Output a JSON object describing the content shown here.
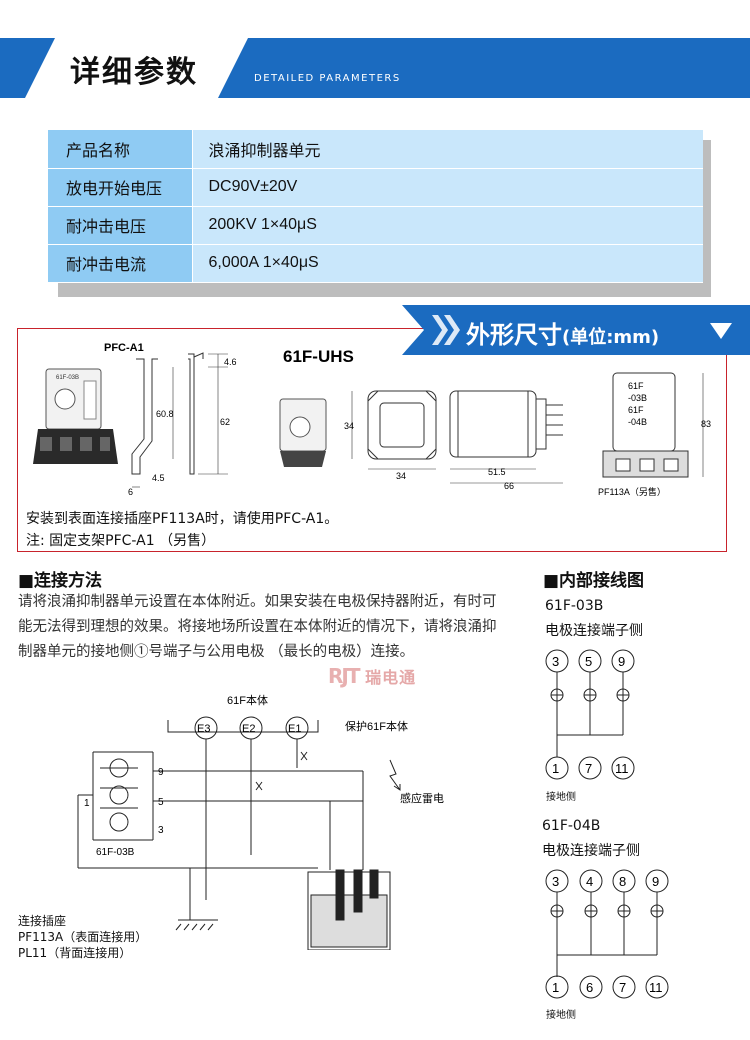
{
  "header": {
    "title": "详细参数",
    "subtitle": "DETAILED PARAMETERS"
  },
  "params": [
    {
      "label": "产品名称",
      "value": "浪涌抑制器单元"
    },
    {
      "label": "放电开始电压",
      "value": "DC90V±20V"
    },
    {
      "label": "耐冲击电压",
      "value": "200KV 1×40μS"
    },
    {
      "label": "耐冲击电流",
      "value": "6,000A 1×40μS"
    }
  ],
  "dimensions": {
    "tag_title": "外形尺寸",
    "tag_unit": "(单位:mm)",
    "pfc_label": "PFC-A1",
    "model_label": "61F-UHS",
    "dims": {
      "d46": "4.6",
      "d608": "60.8",
      "d62": "62",
      "d45": "4.5",
      "d6": "6",
      "d34a": "34",
      "d34b": "34",
      "d515": "51.5",
      "d66": "66",
      "d83": "83"
    },
    "socket_text": [
      "61F",
      "-03B",
      "61F",
      "-04B"
    ],
    "socket_label": "PF113A（另售）",
    "unit_face": "61F-03B",
    "note1": "安装到表面连接插座PF113A时，请使用PFC-A1。",
    "note2": "注:  固定支架PFC-A1 （另售）"
  },
  "wiring": {
    "title": "■连接方法",
    "desc": "请将浪涌抑制器单元设置在本体附近。如果安装在电极保持器附近，有时可能无法得到理想的效果。将接地场所设置在本体附近的情况下，请将浪涌抑制器单元的接地侧①号端子与公用电极 （最长的电极）连接。",
    "watermark": "瑞电通",
    "body_label": "61F本体",
    "protect_label": "保护61F本体",
    "lightning_label": "感应雷电",
    "e3": "E3",
    "e2": "E2",
    "e1": "E1",
    "t9": "9",
    "t5": "5",
    "t3": "3",
    "t1": "1",
    "unit_label": "61F-03B",
    "socket_title": "连接插座",
    "socket_surface": "PF113A（表面连接用）",
    "socket_back": "PL11（背面连接用）"
  },
  "internal": {
    "title": "■内部接线图",
    "a_model": "61F-03B",
    "a_desc": "电极连接端子侧",
    "a_top": [
      "3",
      "5",
      "9"
    ],
    "a_bottom": [
      "1",
      "7",
      "11"
    ],
    "a_ground": "接地侧",
    "b_model": "61F-04B",
    "b_desc": "电极连接端子侧",
    "b_top": [
      "3",
      "4",
      "8",
      "9"
    ],
    "b_bottom": [
      "1",
      "6",
      "7",
      "11"
    ],
    "b_ground": "接地侧"
  },
  "colors": {
    "banner_blue": "#1b6bc0",
    "key_bg": "#8fcbf3",
    "val_bg": "#c9e7fb",
    "border_red": "#c8232c"
  }
}
